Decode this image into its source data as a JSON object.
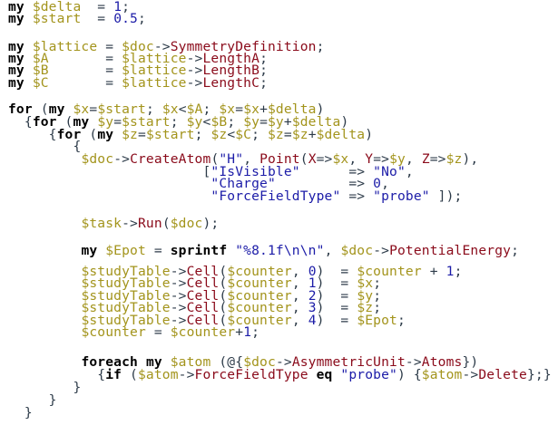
{
  "editor": {
    "language": "perl",
    "colors": {
      "keyword": "#000000",
      "variable": "#a3941c",
      "method": "#8a0a1a",
      "string": "#1c1ca8",
      "number": "#1c1ca8",
      "punctuation": "#2c3a48",
      "background": "#ffffff"
    },
    "lines": [
      "my $delta  = 1;",
      "my $start  = 0.5;",
      "",
      "my $lattice = $doc->SymmetryDefinition;",
      "my $A       = $lattice->LengthA;",
      "my $B       = $lattice->LengthB;",
      "my $C       = $lattice->LengthC;",
      "",
      "for (my $x=$start; $x<$A; $x=$x+$delta)",
      "  {for (my $y=$start; $y<$B; $y=$y+$delta)",
      "     {for (my $z=$start; $z<$C; $z=$z+$delta)",
      "        {",
      "         $doc->CreateAtom(\"H\", Point(X=>$x, Y=>$y, Z=>$z),",
      "                        [\"IsVisible\"      => \"No\",",
      "                         \"Charge\"         => 0,",
      "                         \"ForceFieldType\" => \"probe\" ]);",
      "",
      "         $task->Run($doc);",
      "",
      "         my $Epot = sprintf \"%8.1f\\n\\n\", $doc->PotentialEnergy;",
      "",
      "         $studyTable->Cell($counter, 0)  = $counter + 1;",
      "         $studyTable->Cell($counter, 1)  = $x;",
      "         $studyTable->Cell($counter, 2)  = $y;",
      "         $studyTable->Cell($counter, 3)  = $z;",
      "         $studyTable->Cell($counter, 4)  = $Epot;",
      "         $counter = $counter+1;",
      "",
      "         foreach my $atom (@{$doc->AsymmetricUnit->Atoms})",
      "           {if ($atom->ForceFieldType eq \"probe\") {$atom->Delete};}",
      "        }",
      "     }",
      "  }"
    ],
    "tokens": {
      "my": "my",
      "for": "for",
      "foreach": "foreach",
      "if": "if",
      "eq": "eq",
      "sprintf": "sprintf",
      "delta": "$delta",
      "start": "$start",
      "lattice": "$lattice",
      "A": "$A",
      "B": "$B",
      "C": "$C",
      "doc": "$doc",
      "x": "$x",
      "y": "$y",
      "z": "$z",
      "task": "$task",
      "Epot": "$Epot",
      "studyTable": "$studyTable",
      "counter": "$counter",
      "atom": "$atom",
      "one": "1",
      "half": "0.5",
      "zero": "0",
      "n1": "1",
      "n2": "2",
      "n3": "3",
      "n4": "4",
      "SymmetryDefinition": "SymmetryDefinition",
      "LengthA": "LengthA",
      "LengthB": "LengthB",
      "LengthC": "LengthC",
      "CreateAtom": "CreateAtom",
      "Point": "Point",
      "X": "X",
      "Y": "Y",
      "Z": "Z",
      "Run": "Run",
      "PotentialEnergy": "PotentialEnergy",
      "Cell": "Cell",
      "AsymmetricUnit": "AsymmetricUnit",
      "Atoms": "Atoms",
      "ForceFieldType": "ForceFieldType",
      "Delete": "Delete",
      "strH": "\"H\"",
      "strIsVisible": "\"IsVisible\"",
      "strNo": "\"No\"",
      "strCharge": "\"Charge\"",
      "strForceFieldType": "\"ForceFieldType\"",
      "strProbe": "\"probe\"",
      "strFormat": "\"%8.1f\\n\\n\""
    }
  }
}
